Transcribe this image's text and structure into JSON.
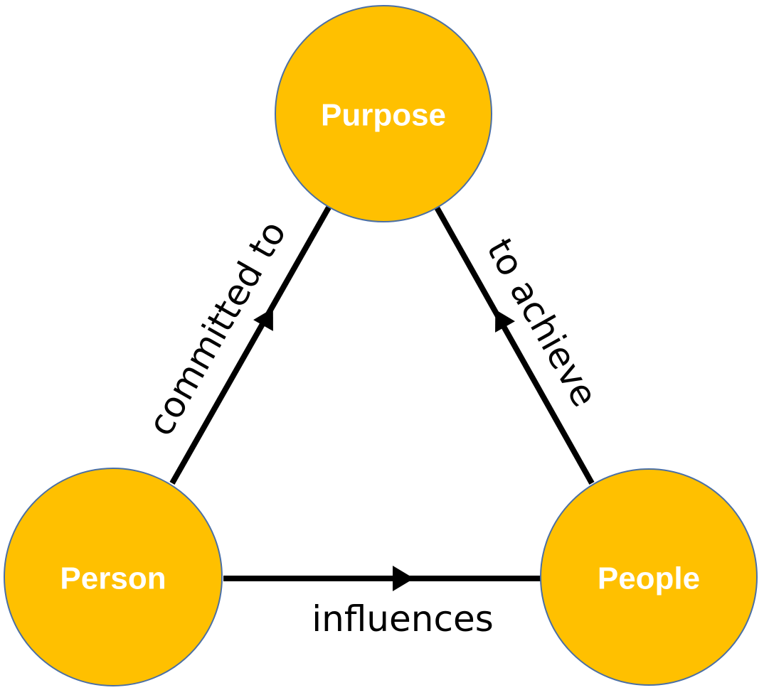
{
  "colors": {
    "node_fill": "#FFC000",
    "node_stroke": "#4A6FA5",
    "edge": "#000000",
    "label_text": "#FFFFFF",
    "edge_text": "#000000"
  },
  "nodes": {
    "purpose": {
      "label": "Purpose"
    },
    "person": {
      "label": "Person"
    },
    "people": {
      "label": "People"
    }
  },
  "edges": {
    "committed_to": {
      "from": "person",
      "to": "purpose",
      "label": "committed to"
    },
    "to_achieve": {
      "from": "people",
      "to": "purpose",
      "label": "to achieve"
    },
    "influences": {
      "from": "person",
      "to": "people",
      "label": "influences"
    }
  }
}
